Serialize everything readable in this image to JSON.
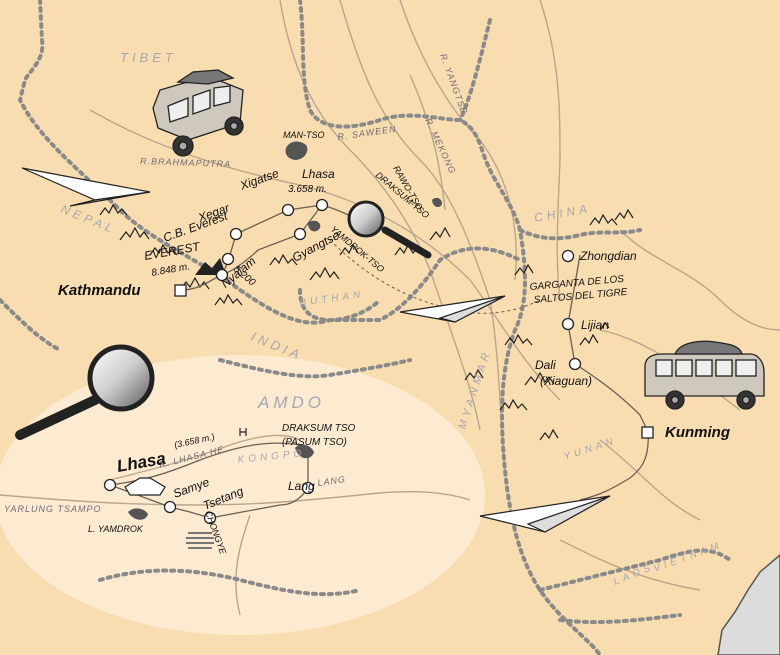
{
  "regions": {
    "tibet": "TIBET",
    "nepal": "NEPAL",
    "india": "INDIA",
    "buthan": "BUTHAN",
    "china": "CHINA",
    "myanmar": "MYANMAR",
    "yunan": "YUNAN",
    "laos": "LAOS",
    "vietnam": "VIETNAM",
    "amdo": "AMDO",
    "kongpo": "KONGPO"
  },
  "rivers": {
    "yangtse": "R. YANGTSE",
    "saween": "R. SAWEEN",
    "mekong": "R. MEKONG",
    "brahmaputra": "R.BRAHMAPUTRA",
    "lhasa_he": "R. LHASA HE",
    "yarlung_tsampo": "YARLUNG TSAMPO"
  },
  "lakes": {
    "man_tso": "MAN-TSO",
    "rawo_tso": "RAWO-TSO",
    "draksum_tso": "DRAKSUM-TSO",
    "yamdrok_tso": "YAMDROK-TSO",
    "l_yamdrok": "L. YAMDROK",
    "chongye": "CHONGYE"
  },
  "places": {
    "lhasa": "Lhasa",
    "lhasa_alt": "3.658 m.",
    "xigatse": "Xigatse",
    "xegar": "Xegar",
    "cb_everest": "C.B. Everest",
    "everest": "EVEREST",
    "everest_alt": "8.848 m.",
    "gyangtse": "Gyangtse",
    "pass_alt": "5.200",
    "nyalam": "Nyalam",
    "kathmandu": "Kathmandu",
    "zhongdian": "Zhongdian",
    "gorge_line1": "GARGANTA DE LOS",
    "gorge_line2": "SALTOS DEL TIGRE",
    "lijian": "Lijian",
    "dali": "Dali",
    "xiaguan": "(Xiaguan)",
    "kunming": "Kunming"
  },
  "inset": {
    "lhasa": "Lhasa",
    "lhasa_alt": "(3.658 m.)",
    "draksum_line1": "DRAKSUM TSO",
    "draksum_line2": "(PASUM TSO)",
    "samye": "Samye",
    "tsetang": "Tsetang",
    "lang": "Lang",
    "lang_small": "LANG"
  },
  "colors": {
    "land": "#f8ddb0",
    "inset": "#fcebd0",
    "border": "#8a8a8a",
    "river": "#b9a58a",
    "road": "#6b5f52",
    "lake": "#555555"
  },
  "icons": [
    "jeep-icon",
    "bus-icon",
    "paper-plane-icon",
    "magnifying-glass-icon",
    "boat-icon"
  ]
}
